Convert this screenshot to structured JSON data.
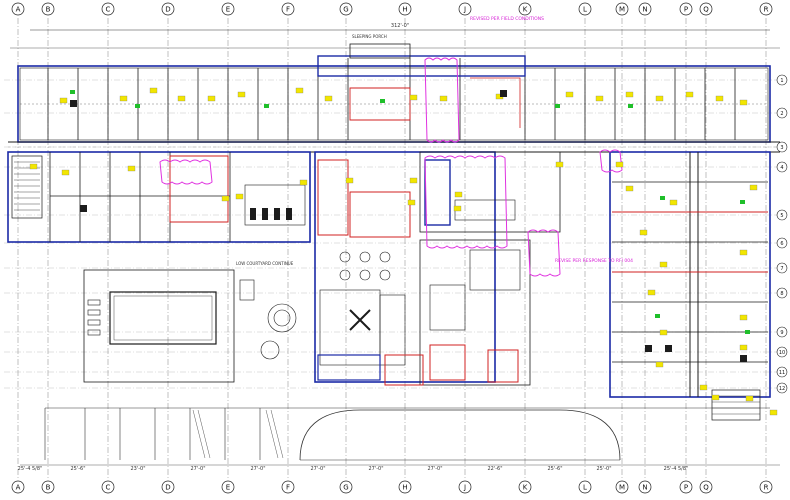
{
  "grid": {
    "columns": [
      "A",
      "B",
      "C",
      "D",
      "E",
      "F",
      "G",
      "H",
      "J",
      "K",
      "L",
      "M",
      "N",
      "P",
      "Q",
      "R"
    ],
    "rows": [
      "1",
      "2",
      "3",
      "4",
      "5",
      "6",
      "7",
      "8",
      "9",
      "10",
      "11",
      "12"
    ]
  },
  "dimensions": {
    "overall_top": "312'-0\"",
    "bottom_segments": [
      "25'-4 5/8\"",
      "25'-6\"",
      "23'-0\"",
      "27'-0\"",
      "27'-0\"",
      "27'-0\"",
      "27'-0\"",
      "27'-0\"",
      "22'-6\"",
      "25'-6\"",
      "25'-0\"",
      "25'-4 5/8\""
    ]
  },
  "labels": {
    "building_top": "SLEEPING PORCH",
    "courtyard": "LOW COURTYARD CONTINUE"
  },
  "markups": {
    "note_top": "REVISED PER FIELD CONDITIONS",
    "note_right": "REVISE PER RESPONSE TO RFI 004"
  },
  "colors": {
    "wall": "#1c1c1c",
    "fire_wall": "#1b2aa6",
    "cloud": "#e032e0",
    "redline": "#d22020",
    "tag": "#f2e600",
    "tag_green": "#1fbf2a"
  }
}
